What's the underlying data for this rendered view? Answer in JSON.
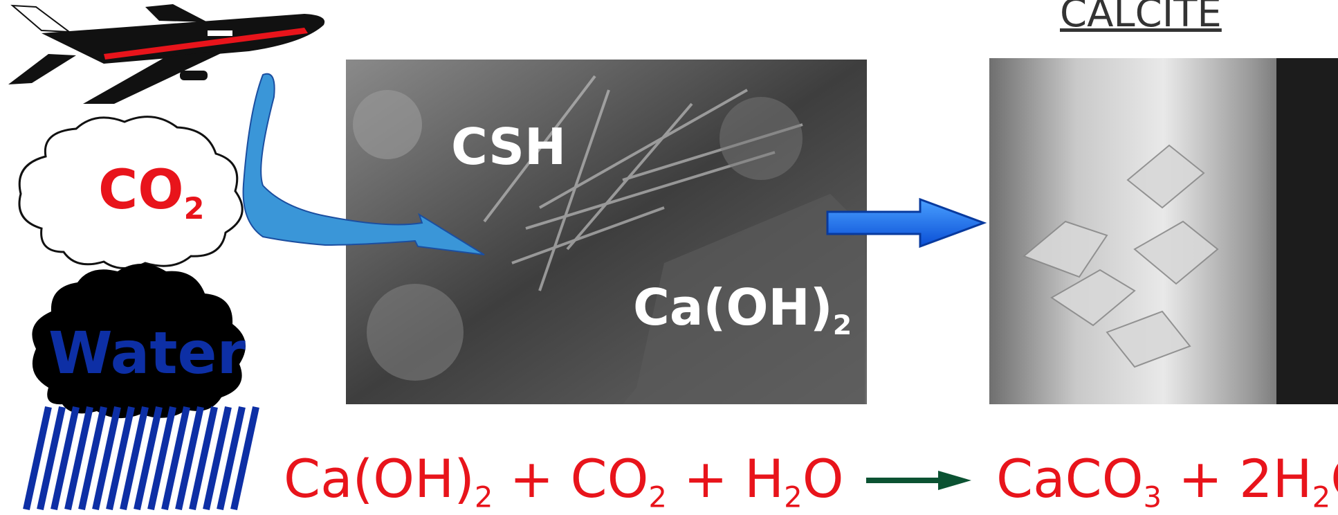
{
  "labels": {
    "co2_main": "CO",
    "co2_sub": "2",
    "water": "Water",
    "csh": "CSH",
    "caoh_main": "Ca(OH)",
    "caoh_sub": "2",
    "calcite": "CALCITE"
  },
  "equation": {
    "reactant1_main": "Ca(OH)",
    "reactant1_sub": "2",
    "plus1": " + CO",
    "co2_sub": "2",
    "plus2": " + H",
    "h2o_sub": "2",
    "h2o_tail": "O",
    "product1_main": "CaCO",
    "product1_sub": "3",
    "plus3": " + 2H",
    "product2_sub": "2",
    "product2_tail": "O"
  },
  "colors": {
    "red": "#e8141b",
    "water_blue": "#0d2fa5",
    "arrow_blue": "#1a73e8",
    "curve_blue": "#3a96d8",
    "arrow_green": "#0b5232"
  },
  "icons": {
    "airplane": "airplane-icon",
    "cloud": "cloud-icon",
    "rain_cloud": "rain-cloud-icon"
  }
}
